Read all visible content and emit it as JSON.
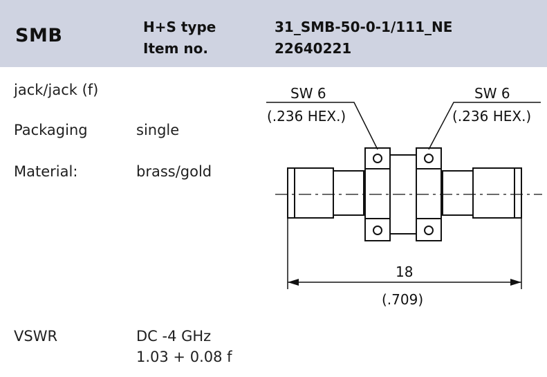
{
  "header": {
    "connector": "SMB",
    "type_label": "H+S type",
    "item_label": "Item no.",
    "type_value": "31_SMB-50-0-1/111_NE",
    "item_value": "22640221"
  },
  "specs": {
    "gender": "jack/jack (f)",
    "packaging_label": "Packaging",
    "packaging_value": "single",
    "material_label": "Material:",
    "material_value": "brass/gold",
    "vswr_label": "VSWR",
    "vswr_range": "DC -4 GHz",
    "vswr_formula": "1.03 + 0.08 f"
  },
  "drawing": {
    "left_wrench": "SW 6",
    "left_hex": "(.236 HEX.)",
    "right_wrench": "SW 6",
    "right_hex": "(.236 HEX.)",
    "length_mm": "18",
    "length_in": "(.709)"
  }
}
